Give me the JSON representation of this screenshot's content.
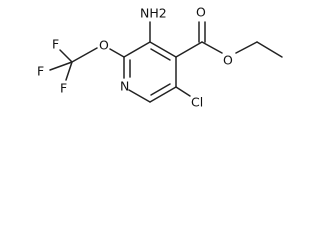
{
  "molecule": {
    "atoms": {
      "nh2": "NH2",
      "ring_n": "N",
      "cl": "Cl",
      "ether_o": "O",
      "carbonyl_o": "O",
      "ester_o": "O",
      "f_top": "F",
      "f_left": "F",
      "f_bottom": "F"
    }
  },
  "colors": {
    "bond": "#222222",
    "text": "#111111",
    "background": "#ffffff"
  }
}
